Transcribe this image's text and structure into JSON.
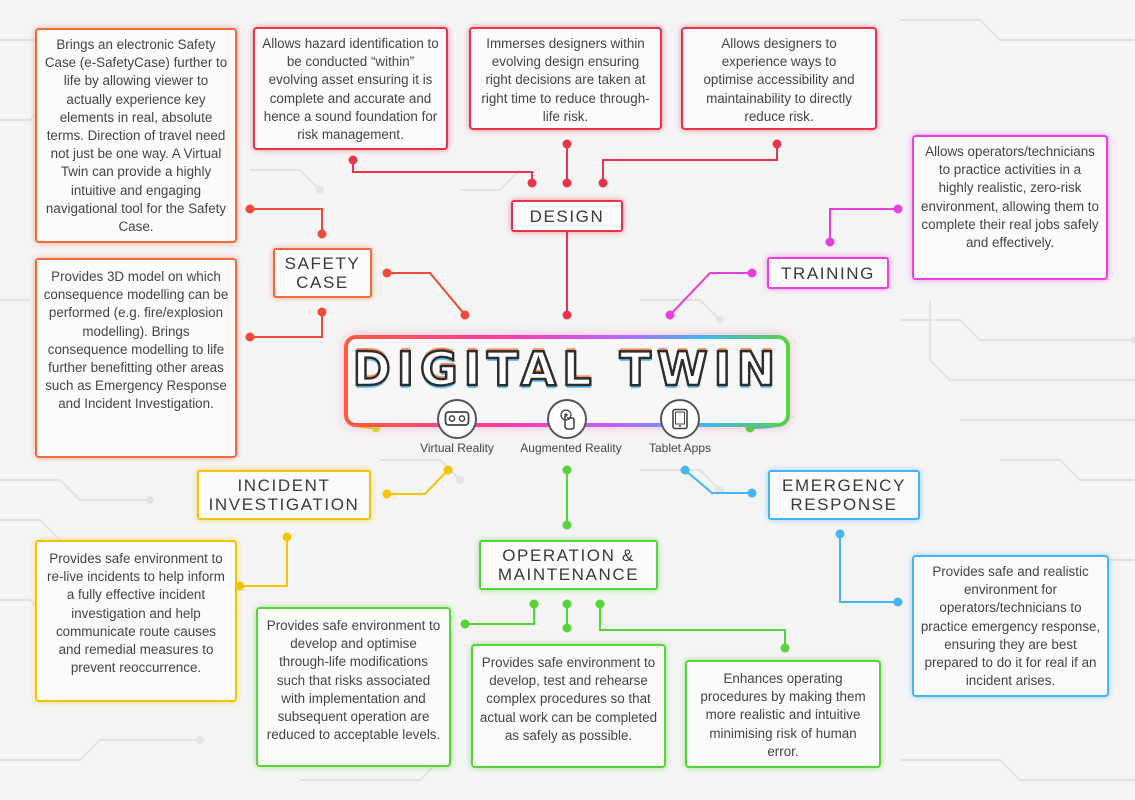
{
  "title": "DIGITAL TWIN",
  "icons": {
    "vr_label": "Virtual Reality",
    "ar_label": "Augmented Reality",
    "tablet_label": "Tablet Apps"
  },
  "categories": {
    "design": "DESIGN",
    "training": "TRAINING",
    "safety_case": "SAFETY\nCASE",
    "incident_investigation": "INCIDENT\nINVESTIGATION",
    "operation_maintenance": "OPERATION &\nMAINTENANCE",
    "emergency_response": "EMERGENCY\nRESPONSE"
  },
  "descriptions": {
    "safety_case_esafety": "Brings an electronic Safety Case (e-SafetyCase) further to life by allowing viewer to actually experience key elements in real, absolute terms. Direction of travel need not just be one way. A Virtual Twin can provide a highly intuitive and engaging navigational tool for the Safety Case.",
    "safety_case_3d": "Provides 3D model on which consequence modelling can be performed (e.g. fire/explosion modelling). Brings consequence modelling to life further benefitting other areas such as Emergency Response and Incident Investigation.",
    "design_hazard": "Allows hazard identification to be conducted “within” evolving asset ensuring it is complete and accurate and hence a sound foundation for risk management.",
    "design_immerses": "Immerses designers within evolving design ensuring right decisions are taken at right time to reduce through-life risk.",
    "design_accessibility": "Allows designers to experience ways to optimise accessibility and maintainability to directly reduce risk.",
    "training": "Allows operators/technicians to practice activities in a highly realistic, zero-risk environment, allowing them to complete their real jobs safely and effectively.",
    "incident": "Provides safe environment to re-live incidents to help inform a fully effective incident investigation and help communicate route causes and remedial measures to prevent reoccurrence.",
    "om_modifications": "Provides safe environment to develop and optimise through-life modifications such that risks associated with implementation and subsequent operation are reduced to acceptable levels.",
    "om_procedures": "Provides safe environment to develop, test and rehearse complex procedures so that actual work can be completed as safely as possible.",
    "om_operating": "Enhances operating procedures by making them more realistic and intuitive minimising risk of human error.",
    "emergency": "Provides safe and realistic environment for operators/technicians to practice emergency response, ensuring they are best prepared to do it for real if an incident arises."
  },
  "colors": {
    "red": "#ee4a3a",
    "crimson": "#e8344a",
    "magenta": "#ea3ee0",
    "yellow": "#f5c400",
    "green": "#56d43a",
    "blue": "#44b4f4"
  }
}
